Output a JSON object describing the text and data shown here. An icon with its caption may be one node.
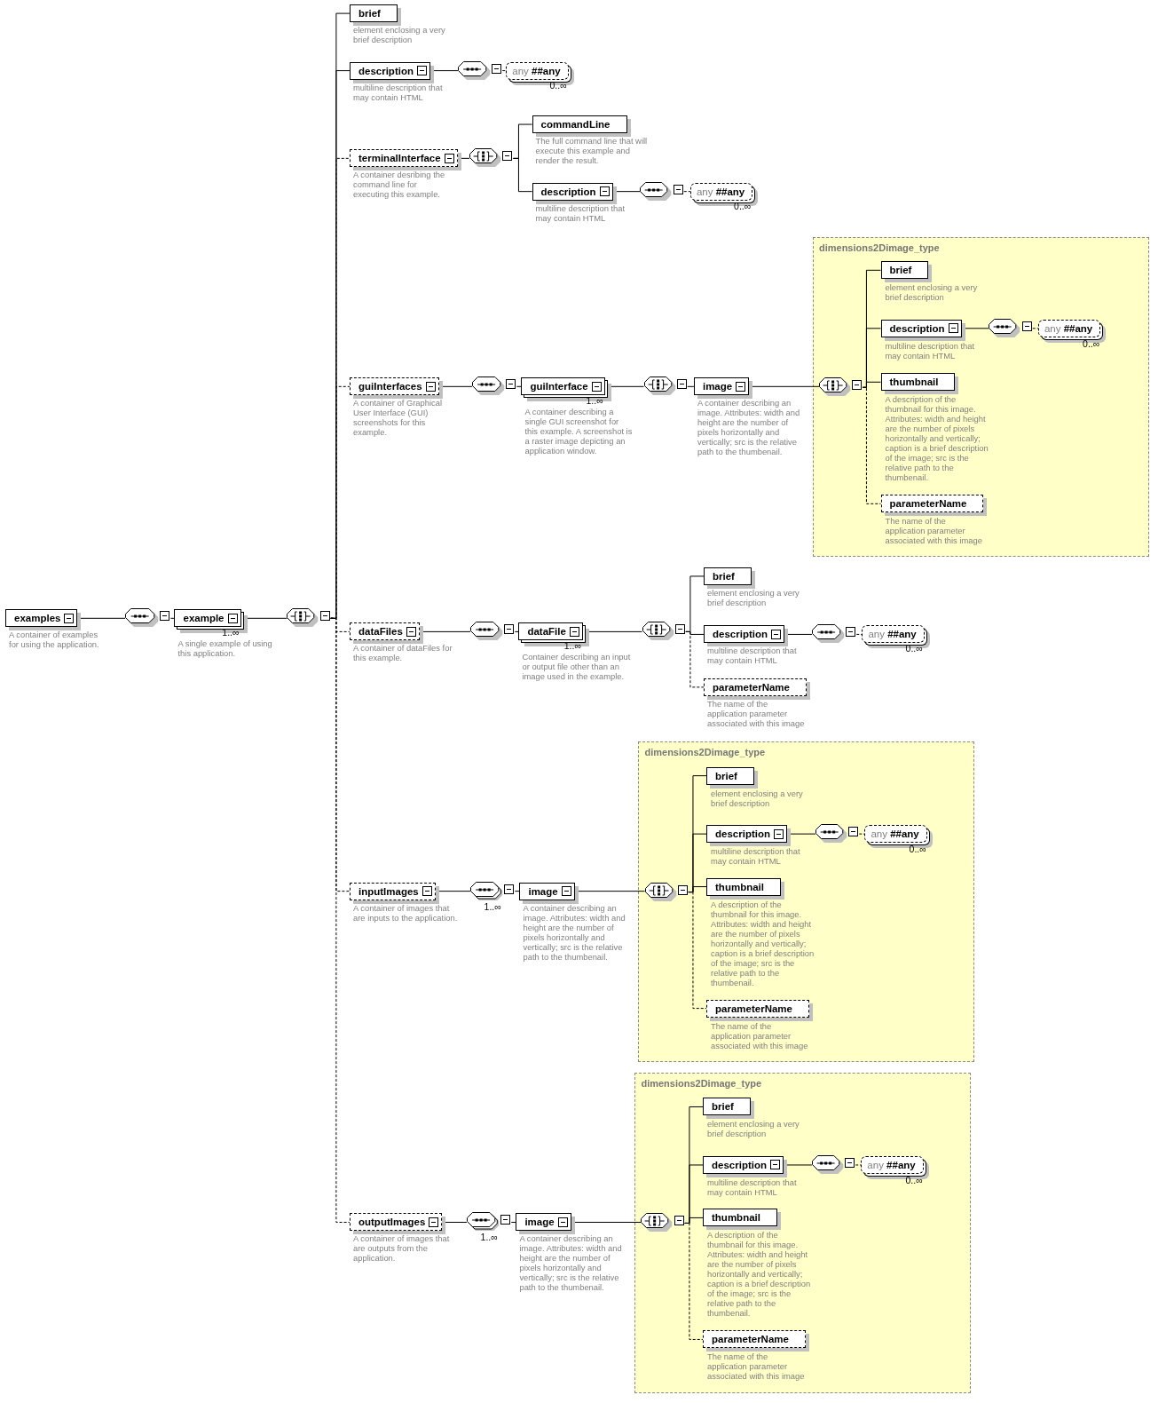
{
  "diagram": {
    "nodes": [
      {
        "text": [
          "examples"
        ],
        "beside": [
          "A container of examples for using the application."
        ]
      },
      {
        "text": [],
        "shape": "octagon"
      },
      {
        "text": [
          "example"
        ],
        "beside": [
          "1..∞",
          "A single example of using this application."
        ]
      },
      {
        "text": [],
        "shape": "octagon"
      },
      {
        "text": [
          "brief"
        ],
        "beside": [
          "element enclosing a very brief description"
        ]
      },
      {
        "text": [
          "description"
        ],
        "beside": [
          "multiline description that may contain HTML"
        ]
      },
      {
        "text": [],
        "shape": "octagon"
      },
      {
        "text": [
          "any **##any**"
        ],
        "beside": [
          "0..∞"
        ]
      },
      {
        "text": [
          "terminalInterface"
        ],
        "beside": [
          "A container desribing the command line for executing this example."
        ]
      },
      {
        "text": [],
        "shape": "octagon"
      },
      {
        "text": [
          "commandLine"
        ],
        "beside": [
          "The full command line that will execute this example and render the result."
        ]
      },
      {
        "text": [
          "description"
        ],
        "beside": [
          "multiline description that may contain HTML"
        ]
      },
      {
        "text": [],
        "shape": "octagon"
      },
      {
        "text": [
          "any **##any**"
        ],
        "beside": [
          "0..∞"
        ]
      },
      {
        "text": [
          "guiInterfaces"
        ],
        "beside": [
          "A container of Graphical User Interface (GUI) screenshots for this example."
        ]
      },
      {
        "text": [],
        "shape": "octagon"
      },
      {
        "text": [
          "guiInterface"
        ],
        "beside": [
          "1..∞",
          "A container describing a single GUI screenshot for this example. A screenshot is a raster image depicting an application window."
        ]
      },
      {
        "text": [],
        "shape": "octagon"
      },
      {
        "text": [
          "image"
        ],
        "beside": [
          "A container describing an image. Attributes: width and height are the number of pixels horizontally and vertically;  src is the relative path to the thumbenail."
        ]
      },
      {
        "text": [
          "dimensions2Dimage_type"
        ]
      },
      {
        "text": [],
        "shape": "octagon",
        "in": 19
      },
      {
        "text": [
          "brief"
        ],
        "in": 19,
        "beside": [
          "element enclosing a very brief description"
        ]
      },
      {
        "text": [
          "description"
        ],
        "in": 19,
        "beside": [
          "multiline description that may contain HTML"
        ]
      },
      {
        "text": [],
        "shape": "octagon",
        "in": 19
      },
      {
        "text": [
          "any **##any**"
        ],
        "in": 19,
        "beside": [
          "0..∞"
        ]
      },
      {
        "text": [
          "thumbnail"
        ],
        "in": 19,
        "beside": [
          "A description of the thumbnail for this image. Attributes: width and height are the number of pixels horizontally and vertically; caption is a brief description of the image; src is the relative path to the thumbenail."
        ]
      },
      {
        "text": [
          "parameterName"
        ],
        "in": 19,
        "beside": [
          "The name of the application parameter associated with this image"
        ]
      },
      {
        "text": [
          "dataFiles"
        ],
        "beside": [
          "A container of dataFiles for this example."
        ]
      },
      {
        "text": [],
        "shape": "octagon"
      },
      {
        "text": [
          "dataFile"
        ],
        "beside": [
          "1..∞",
          "Container describing an input or output file other than an image used in the example."
        ]
      },
      {
        "text": [],
        "shape": "octagon"
      },
      {
        "text": [
          "brief"
        ],
        "beside": [
          "element enclosing a very brief description"
        ]
      },
      {
        "text": [
          "description"
        ],
        "beside": [
          "multiline description that may contain HTML"
        ]
      },
      {
        "text": [],
        "shape": "octagon"
      },
      {
        "text": [
          "any **##any**"
        ],
        "beside": [
          "0..∞"
        ]
      },
      {
        "text": [
          "parameterName"
        ],
        "beside": [
          "The name of the application parameter associated with this image"
        ]
      },
      {
        "text": [
          "dimensions2Dimage_type"
        ]
      },
      {
        "text": [
          "inputImages"
        ],
        "beside": [
          "A container of images that are inputs to the application."
        ]
      },
      {
        "text": [],
        "shape": "octagon",
        "beside": [
          "1..∞"
        ]
      },
      {
        "text": [
          "image"
        ],
        "beside": [
          "A container describing an image. Attributes: width and height are the number of pixels horizontally and vertically;  src is the relative path to the thumbenail."
        ]
      },
      {
        "text": [],
        "shape": "octagon",
        "in": 36
      },
      {
        "text": [
          "brief"
        ],
        "in": 36,
        "beside": [
          "element enclosing a very brief description"
        ]
      },
      {
        "text": [
          "description"
        ],
        "in": 36,
        "beside": [
          "multiline description that may contain HTML"
        ]
      },
      {
        "text": [],
        "shape": "octagon",
        "in": 36
      },
      {
        "text": [
          "any **##any**"
        ],
        "in": 36,
        "beside": [
          "0..∞"
        ]
      },
      {
        "text": [
          "thumbnail"
        ],
        "in": 36,
        "beside": [
          "A description of the thumbnail for this image. Attributes: width and height are the number of pixels horizontally and vertically; caption is a brief description of the image; src is the relative path to the thumbenail."
        ]
      },
      {
        "text": [
          "parameterName"
        ],
        "in": 36,
        "beside": [
          "The name of the application parameter associated with this image"
        ]
      },
      {
        "text": [
          "dimensions2Dimage_type"
        ]
      },
      {
        "text": [
          "outputImages"
        ],
        "beside": [
          "A container of images that are outputs from the application."
        ]
      },
      {
        "text": [],
        "shape": "octagon",
        "beside": [
          "1..∞"
        ]
      },
      {
        "text": [
          "image"
        ],
        "beside": [
          "A container describing an image. Attributes: width and height are the number of pixels horizontally and vertically;  src is the relative path to the thumbenail."
        ]
      },
      {
        "text": [],
        "shape": "octagon",
        "in": 47
      },
      {
        "text": [
          "brief"
        ],
        "in": 47,
        "beside": [
          "element enclosing a very brief description"
        ]
      },
      {
        "text": [
          "description"
        ],
        "in": 47,
        "beside": [
          "multiline description that may contain HTML"
        ]
      },
      {
        "text": [],
        "shape": "octagon",
        "in": 47
      },
      {
        "text": [
          "any **##any**"
        ],
        "in": 47,
        "beside": [
          "0..∞"
        ]
      },
      {
        "text": [
          "thumbnail"
        ],
        "in": 47,
        "beside": [
          "A description of the thumbnail for this image. Attributes: width and height are the number of pixels horizontally and vertically; caption is a brief description of the image; src is the relative path to the thumbenail."
        ]
      },
      {
        "text": [
          "parameterName"
        ],
        "in": 47,
        "beside": [
          "The name of the application parameter associated with this image"
        ]
      }
    ],
    "edges": [
      {
        "from": 0,
        "to": 1,
        "arrow": "none"
      },
      {
        "from": 1,
        "to": 2,
        "arrow": "none"
      },
      {
        "from": 2,
        "to": 3,
        "arrow": "none"
      },
      {
        "from": 3,
        "to": 4,
        "arrow": "none"
      },
      {
        "from": 3,
        "to": 5,
        "arrow": "none"
      },
      {
        "from": 3,
        "to": 8,
        "arrow": "none",
        "style": "dashed"
      },
      {
        "from": 3,
        "to": 14,
        "arrow": "none",
        "style": "dashed"
      },
      {
        "from": 3,
        "to": 27,
        "arrow": "none",
        "style": "dashed"
      },
      {
        "from": 3,
        "to": 37,
        "arrow": "none",
        "style": "dashed"
      },
      {
        "from": 3,
        "to": 48,
        "arrow": "none",
        "style": "dashed"
      },
      {
        "from": 5,
        "to": 6,
        "arrow": "none"
      },
      {
        "from": 6,
        "to": 7,
        "arrow": "none",
        "style": "dashed"
      },
      {
        "from": 8,
        "to": 9,
        "arrow": "none"
      },
      {
        "from": 9,
        "to": 10,
        "arrow": "none"
      },
      {
        "from": 9,
        "to": 11,
        "arrow": "none"
      },
      {
        "from": 11,
        "to": 12,
        "arrow": "none"
      },
      {
        "from": 12,
        "to": 13,
        "arrow": "none",
        "style": "dashed"
      },
      {
        "from": 14,
        "to": 15,
        "arrow": "none"
      },
      {
        "from": 15,
        "to": 16,
        "arrow": "none"
      },
      {
        "from": 16,
        "to": 17,
        "arrow": "none"
      },
      {
        "from": 17,
        "to": 18,
        "arrow": "none"
      },
      {
        "from": 18,
        "to": 20,
        "arrow": "none"
      },
      {
        "from": 20,
        "to": 21,
        "arrow": "none"
      },
      {
        "from": 20,
        "to": 22,
        "arrow": "none"
      },
      {
        "from": 20,
        "to": 25,
        "arrow": "none"
      },
      {
        "from": 20,
        "to": 26,
        "arrow": "none",
        "style": "dashed"
      },
      {
        "from": 22,
        "to": 23,
        "arrow": "none"
      },
      {
        "from": 23,
        "to": 24,
        "arrow": "none",
        "style": "dashed"
      },
      {
        "from": 27,
        "to": 28,
        "arrow": "none"
      },
      {
        "from": 28,
        "to": 29,
        "arrow": "none"
      },
      {
        "from": 29,
        "to": 30,
        "arrow": "none"
      },
      {
        "from": 30,
        "to": 31,
        "arrow": "none"
      },
      {
        "from": 30,
        "to": 32,
        "arrow": "none"
      },
      {
        "from": 30,
        "to": 35,
        "arrow": "none",
        "style": "dashed"
      },
      {
        "from": 32,
        "to": 33,
        "arrow": "none"
      },
      {
        "from": 33,
        "to": 34,
        "arrow": "none",
        "style": "dashed"
      },
      {
        "from": 37,
        "to": 38,
        "arrow": "none"
      },
      {
        "from": 38,
        "to": 39,
        "arrow": "none"
      },
      {
        "from": 39,
        "to": 40,
        "arrow": "none"
      },
      {
        "from": 40,
        "to": 41,
        "arrow": "none"
      },
      {
        "from": 40,
        "to": 42,
        "arrow": "none"
      },
      {
        "from": 40,
        "to": 45,
        "arrow": "none"
      },
      {
        "from": 40,
        "to": 46,
        "arrow": "none",
        "style": "dashed"
      },
      {
        "from": 42,
        "to": 43,
        "arrow": "none"
      },
      {
        "from": 43,
        "to": 44,
        "arrow": "none",
        "style": "dashed"
      },
      {
        "from": 48,
        "to": 49,
        "arrow": "none"
      },
      {
        "from": 49,
        "to": 50,
        "arrow": "none"
      },
      {
        "from": 50,
        "to": 51,
        "arrow": "none"
      },
      {
        "from": 51,
        "to": 52,
        "arrow": "none"
      },
      {
        "from": 51,
        "to": 53,
        "arrow": "none"
      },
      {
        "from": 51,
        "to": 56,
        "arrow": "none"
      },
      {
        "from": 51,
        "to": 57,
        "arrow": "none",
        "style": "dashed"
      },
      {
        "from": 53,
        "to": 54,
        "arrow": "none"
      },
      {
        "from": 54,
        "to": 55,
        "arrow": "none",
        "style": "dashed"
      }
    ]
  }
}
